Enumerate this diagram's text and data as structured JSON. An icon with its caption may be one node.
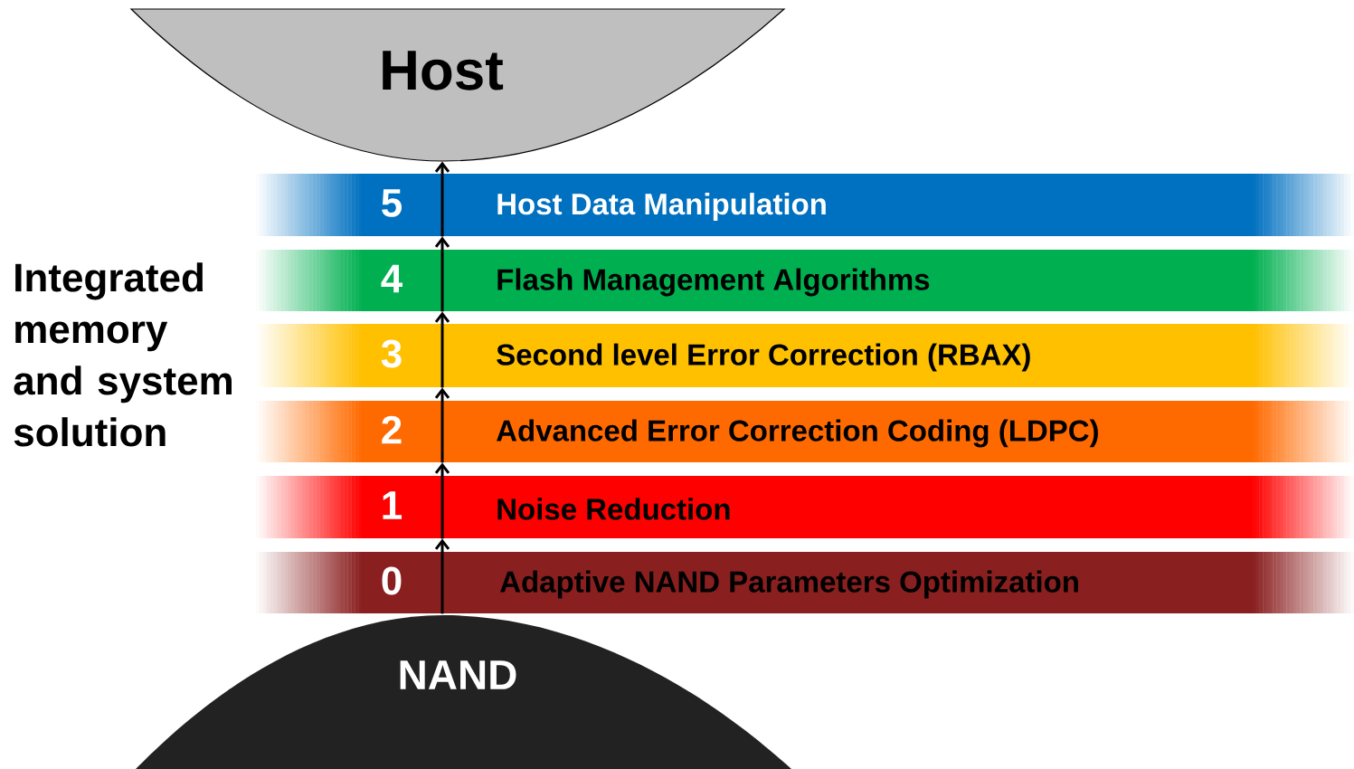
{
  "diagram": {
    "nodes": [
      {
        "text": [
          "Host"
        ]
      },
      {
        "text": [
          "5",
          "Host Data Manipulation"
        ]
      },
      {
        "text": [
          "4",
          "Flash Management Algorithms"
        ]
      },
      {
        "text": [
          "3",
          "Second level Error Correction (RBAX)"
        ]
      },
      {
        "text": [
          "2",
          "Advanced Error Correction Coding (LDPC)"
        ]
      },
      {
        "text": [
          "1",
          "Noise Reduction"
        ]
      },
      {
        "text": [
          "0",
          "Adaptive NAND Parameters Optimization"
        ]
      },
      {
        "text": [
          "NAND"
        ]
      }
    ],
    "edges": [
      {
        "from": 6,
        "to": 5,
        "arrow": "to"
      },
      {
        "from": 5,
        "to": 4,
        "arrow": "to"
      },
      {
        "from": 4,
        "to": 3,
        "arrow": "to"
      },
      {
        "from": 3,
        "to": 2,
        "arrow": "to"
      },
      {
        "from": 2,
        "to": 1,
        "arrow": "to"
      },
      {
        "from": 1,
        "to": 0,
        "arrow": "to"
      }
    ],
    "labels": [
      "Integrated memory and system solution"
    ]
  }
}
